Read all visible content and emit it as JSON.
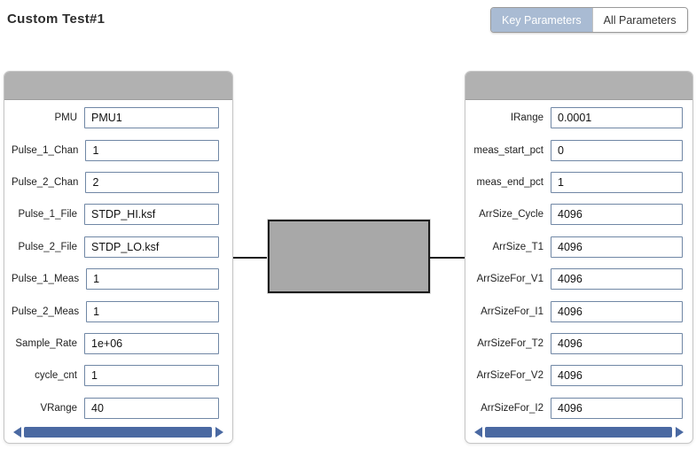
{
  "title": "Custom Test#1",
  "toggle": {
    "options": [
      {
        "label": "Key Parameters",
        "selected": true
      },
      {
        "label": "All Parameters",
        "selected": false
      }
    ]
  },
  "left_panel": {
    "fields": [
      {
        "label": "PMU",
        "value": "PMU1"
      },
      {
        "label": "Pulse_1_Chan",
        "value": "1"
      },
      {
        "label": "Pulse_2_Chan",
        "value": "2"
      },
      {
        "label": "Pulse_1_File",
        "value": "STDP_HI.ksf"
      },
      {
        "label": "Pulse_2_File",
        "value": "STDP_LO.ksf"
      },
      {
        "label": "Pulse_1_Meas",
        "value": "1"
      },
      {
        "label": "Pulse_2_Meas",
        "value": "1"
      },
      {
        "label": "Sample_Rate",
        "value": "1e+06"
      },
      {
        "label": "cycle_cnt",
        "value": "1"
      },
      {
        "label": "VRange",
        "value": "40"
      }
    ]
  },
  "right_panel": {
    "fields": [
      {
        "label": "IRange",
        "value": "0.0001"
      },
      {
        "label": "meas_start_pct",
        "value": "0"
      },
      {
        "label": "meas_end_pct",
        "value": "1"
      },
      {
        "label": "ArrSize_Cycle",
        "value": "4096"
      },
      {
        "label": "ArrSize_T1",
        "value": "4096"
      },
      {
        "label": "ArrSizeFor_V1",
        "value": "4096"
      },
      {
        "label": "ArrSizeFor_I1",
        "value": "4096"
      },
      {
        "label": "ArrSizeFor_T2",
        "value": "4096"
      },
      {
        "label": "ArrSizeFor_V2",
        "value": "4096"
      },
      {
        "label": "ArrSizeFor_I2",
        "value": "4096"
      }
    ]
  },
  "colors": {
    "scrollbar_blue": "#4a69a2",
    "toggle_selected_bg": "#a9bbd3",
    "input_border": "#7087a5",
    "panel_header_gray": "#b1b1b1",
    "device_fill": "#a8a8a8"
  }
}
